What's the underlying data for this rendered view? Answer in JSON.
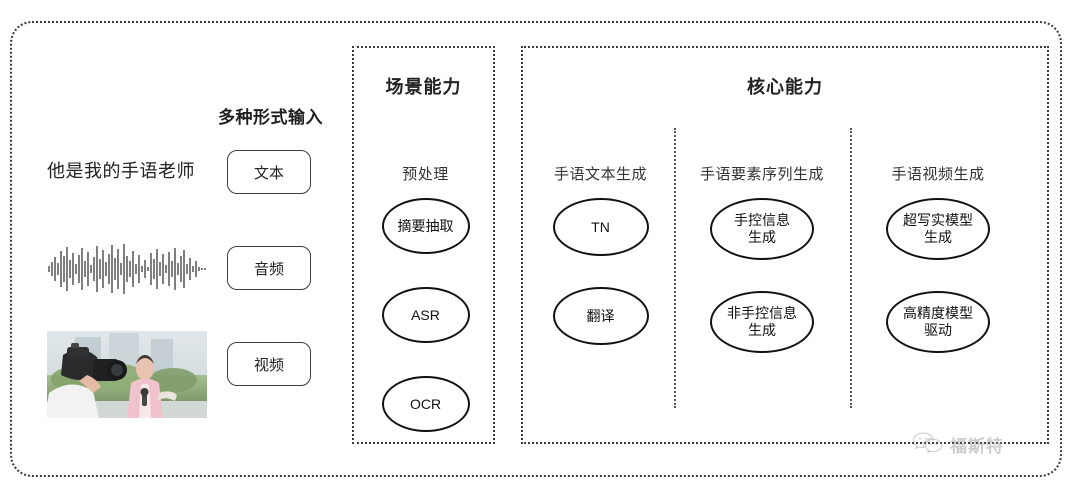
{
  "diagram": {
    "title_semantic": "sign-language-generation-capability-architecture",
    "outer_frame": {
      "style": "dotted-rounded-rectangle"
    }
  },
  "input_section": {
    "heading": "多种形式输入",
    "sentence": "他是我的手语老师",
    "waveform_label": "audio-waveform",
    "thumbnail_label": "video-thumbnail",
    "chips": [
      {
        "label": "文本",
        "name": "chip-text"
      },
      {
        "label": "音频",
        "name": "chip-audio"
      },
      {
        "label": "视频",
        "name": "chip-video"
      }
    ]
  },
  "scene_panel": {
    "title": "场景能力",
    "column": {
      "title": "预处理",
      "nodes": [
        "摘要抽取",
        "ASR",
        "OCR"
      ]
    }
  },
  "core_panel": {
    "title": "核心能力",
    "columns": [
      {
        "title": "手语文本生成",
        "nodes": [
          "TN",
          "翻译"
        ]
      },
      {
        "title": "手语要素序列生成",
        "nodes": [
          "手控信息\n生成",
          "非手控信息\n生成"
        ]
      },
      {
        "title": "手语视频生成",
        "nodes": [
          "超写实模型\n生成",
          "高精度模型\n驱动"
        ]
      }
    ]
  },
  "watermark": {
    "text": "福斯特",
    "icon": "wechat-icon"
  },
  "colors": {
    "frame": "#3a3a3a",
    "node_border": "#111111",
    "chip_border": "#3d3d4a",
    "text": "#222222",
    "watermark": "#9a9a9a"
  }
}
